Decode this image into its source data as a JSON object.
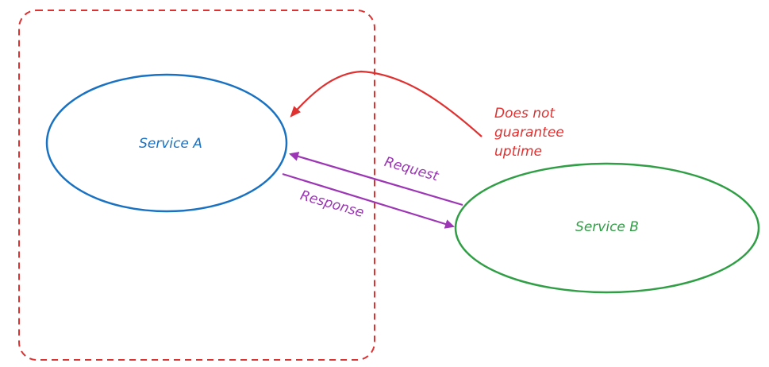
{
  "diagram": {
    "boundary": {
      "color": "#e03131",
      "style": "dashed"
    },
    "services": [
      {
        "id": "service-a",
        "label": "Service A",
        "color": "#1971c2"
      },
      {
        "id": "service-b",
        "label": "Service B",
        "color": "#2f9e44"
      }
    ],
    "connections": [
      {
        "from": "service-b",
        "to": "service-a",
        "label": "Request",
        "color": "#9c36b5"
      },
      {
        "from": "service-a",
        "to": "service-b",
        "label": "Response",
        "color": "#9c36b5"
      }
    ],
    "annotation": {
      "lines": [
        "Does not",
        "guarantee",
        "uptime"
      ],
      "target": "service-a",
      "color": "#e03131"
    }
  }
}
